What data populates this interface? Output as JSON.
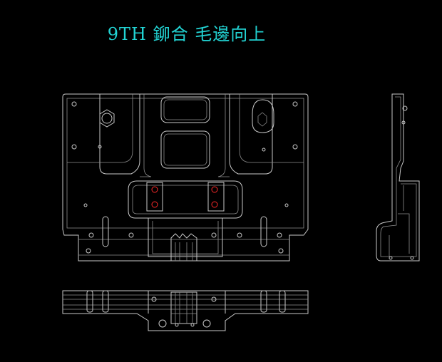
{
  "drawing": {
    "title": "9TH 鉚合 毛邊向上",
    "colors": {
      "background": "#000000",
      "title": "#22d3d3",
      "lines": "#c8c8c8",
      "highlight_holes": "#ff2a2a"
    },
    "views": [
      "front-view",
      "side-view",
      "bottom-view"
    ]
  }
}
